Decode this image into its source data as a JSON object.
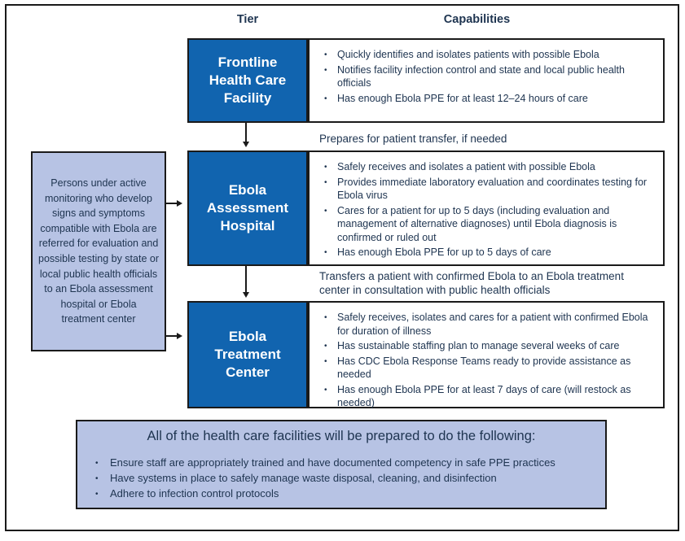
{
  "colors": {
    "blue": "#1164af",
    "light": "#b7c3e4",
    "line": "#1a1a1a",
    "text": "#1e3450"
  },
  "header": {
    "tier_label": "Tier",
    "capabilities_label": "Capabilities"
  },
  "tiers": [
    {
      "name": "Frontline Health Care Facility",
      "capabilities": [
        "Quickly identifies and isolates patients with possible Ebola",
        "Notifies facility infection control and state and local public health officials",
        "Has enough Ebola PPE for at least 12–24 hours of care"
      ],
      "transition": "Prepares for patient transfer, if needed"
    },
    {
      "name": "Ebola Assessment Hospital",
      "capabilities": [
        "Safely receives and isolates a patient with possible Ebola",
        "Provides immediate laboratory evaluation and coordinates testing for Ebola virus",
        "Cares for a patient for up to 5 days (including evaluation and management of alternative diagnoses) until Ebola diagnosis is confirmed or ruled out",
        "Has enough Ebola PPE for up to 5 days of care"
      ],
      "transition": "Transfers a patient with confirmed Ebola to an Ebola treatment center in consultation with public health officials"
    },
    {
      "name": "Ebola Treatment Center",
      "capabilities": [
        "Safely receives, isolates and cares for a patient with confirmed Ebola for duration of illness",
        "Has sustainable staffing plan to manage several weeks of care",
        "Has CDC Ebola Response Teams ready to provide assistance as needed",
        "Has enough Ebola PPE for at least 7 days of care (will restock as needed)"
      ],
      "transition": ""
    }
  ],
  "side_note": "Persons under active monitoring who develop signs and symptoms compatible with Ebola are referred for evaluation and possible testing by state or local public health officials to an Ebola assessment hospital or Ebola treatment center",
  "footer": {
    "title": "All of the health care facilities will be prepared to do the following:",
    "bullets": [
      "Ensure staff are appropriately trained and have documented competency in safe PPE practices",
      "Have systems in place to safely manage waste disposal, cleaning, and disinfection",
      "Adhere to infection control protocols"
    ]
  }
}
